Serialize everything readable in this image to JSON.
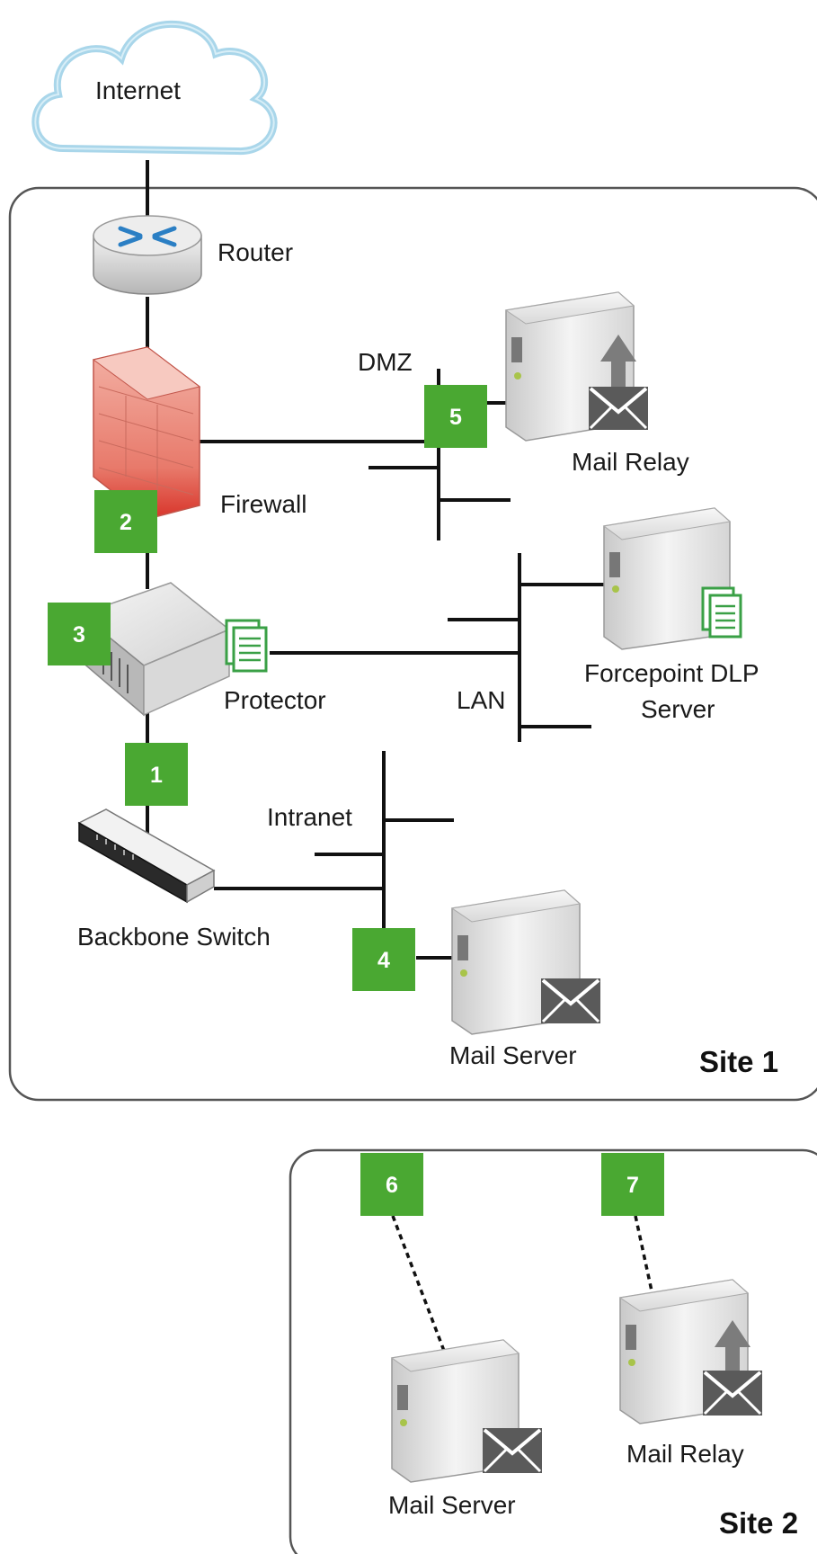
{
  "labels": {
    "internet": "Internet",
    "router": "Router",
    "firewall": "Firewall",
    "dmz": "DMZ",
    "mail_relay": "Mail Relay",
    "protector": "Protector",
    "lan": "LAN",
    "dlp_server_line1": "Forcepoint DLP",
    "dlp_server_line2": "Server",
    "intranet": "Intranet",
    "backbone_switch": "Backbone Switch",
    "mail_server": "Mail Server",
    "site1": "Site 1",
    "site2_mail_server": "Mail Server",
    "site2_mail_relay": "Mail Relay",
    "site2": "Site 2"
  },
  "badges": [
    "1",
    "2",
    "3",
    "4",
    "5",
    "6",
    "7"
  ],
  "colors": {
    "badge_green": "#4aa832",
    "cloud_stroke": "#a9d6ea",
    "line": "#111111",
    "frame": "#555555"
  }
}
